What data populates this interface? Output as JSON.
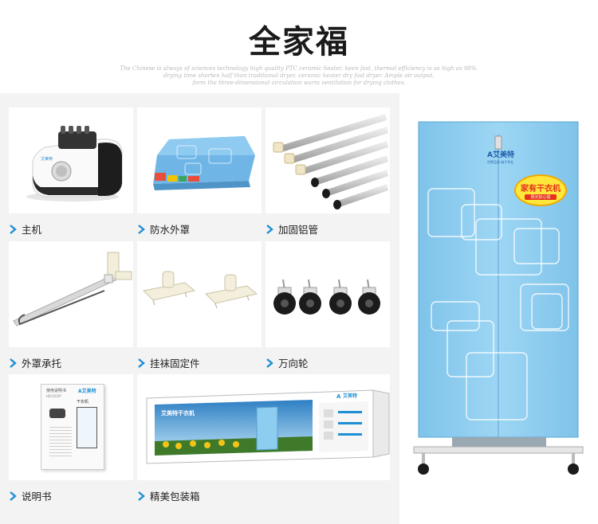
{
  "header": {
    "title": "全家福",
    "subtitle_lines": [
      "The Chinese is always of sciences technology high quality PTC ceramic heater, keen fast, thermal efficiency is as high as 98%.",
      "drying time shorten half than traditional dryer, ceramic heater dry fast dryer. Ample air output,",
      "form the three-dimensional circulation warm ventilation for drying clothes."
    ]
  },
  "items": [
    {
      "label": "主机",
      "icon": "main-unit-image"
    },
    {
      "label": "防水外罩",
      "icon": "waterproof-cover-image"
    },
    {
      "label": "加固铝管",
      "icon": "aluminum-tubes-image"
    },
    {
      "label": "外罩承托",
      "icon": "cover-support-image"
    },
    {
      "label": "挂袜固定件",
      "icon": "sock-hanger-fixture-image"
    },
    {
      "label": "万向轮",
      "icon": "caster-wheels-image"
    },
    {
      "label": "说明书",
      "icon": "manual-image"
    },
    {
      "label": "精美包装箱",
      "icon": "packaging-box-image"
    }
  ],
  "manual": {
    "header_text": "使用说明书",
    "brand": "艾美特",
    "model": "HD1502P",
    "product_name": "干衣机"
  },
  "box": {
    "brand": "艾美特",
    "product_line": "艾美特干衣机"
  },
  "dryer": {
    "brand": "艾美特",
    "brand_tagline": "世界品质 始于专业",
    "sticker_main": "家有干衣机",
    "sticker_sub": "阳光好心情"
  },
  "colors": {
    "accent": "#1e8fd4",
    "panel_bg": "#f3f3f3",
    "dryer_blue": "#8ccdf0"
  }
}
